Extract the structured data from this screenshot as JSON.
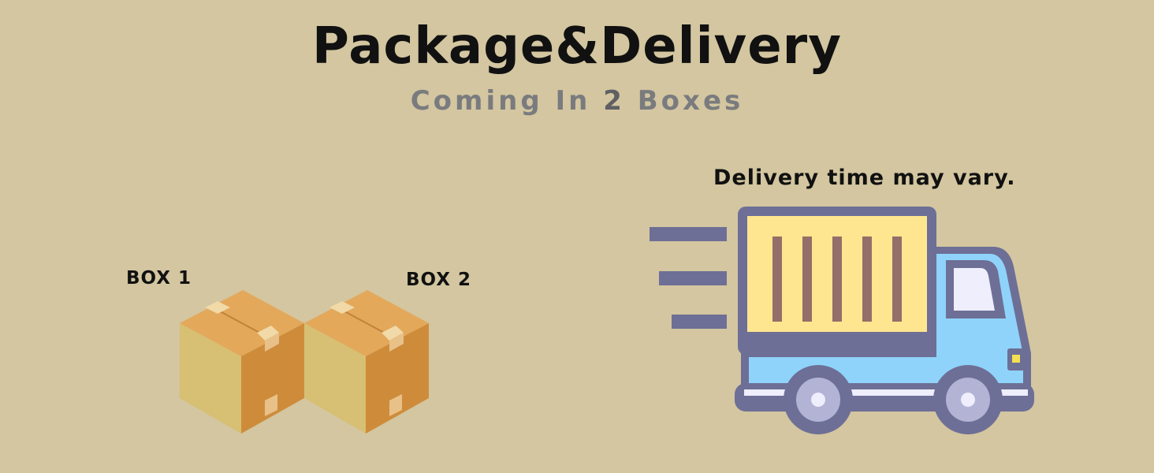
{
  "header": {
    "title": "Package&Delivery",
    "subtitle_prefix": "Coming In",
    "subtitle_count": "2",
    "subtitle_suffix": "Boxes"
  },
  "boxes": {
    "box1_label": "BOX 1",
    "box2_label": "BOX 2"
  },
  "delivery": {
    "note": "Delivery time may vary."
  },
  "colors": {
    "background": "#d3c6a0",
    "box_side": "#d7bf73",
    "box_front": "#ce8c3b",
    "truck_outline": "#6e6f96",
    "truck_cab": "#8fd3fb",
    "truck_cargo": "#fde68f",
    "cargo_stripes": "#946e69"
  }
}
